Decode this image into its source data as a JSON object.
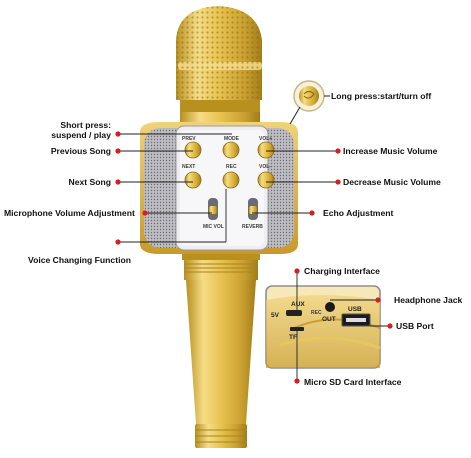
{
  "callouts": {
    "long_press": "Long press:start/turn off",
    "short_press_1": "Short press:",
    "short_press_2": "suspend / play",
    "previous_song": "Previous Song",
    "next_song": "Next Song",
    "mic_volume": "Microphone Volume Adjustment",
    "voice_changing": "Voice Changing Function",
    "increase_volume": "Increase Music Volume",
    "decrease_volume": "Decrease Music Volume",
    "echo": "Echo Adjustment",
    "charging": "Charging Interface",
    "headphone": "Headphone Jack",
    "usb_port": "USB Port",
    "micro_sd": "Micro SD Card Interface"
  },
  "panel": {
    "prev": "PREV",
    "mode": "MODE",
    "vol_up": "VOL+",
    "next": "NEXT",
    "rec": "REC",
    "vol_down": "VOL-",
    "mic_vol": "MIC VOL",
    "reverb": "REVERB"
  },
  "port_panel": {
    "v5": "5V",
    "aux": "AUX",
    "rec": "REC",
    "out": "OUT",
    "usb": "USB",
    "tf": "TF"
  },
  "colors": {
    "gold": "#d8b13c",
    "silver": "#c8c8cc",
    "marker": "#d61f1f"
  }
}
